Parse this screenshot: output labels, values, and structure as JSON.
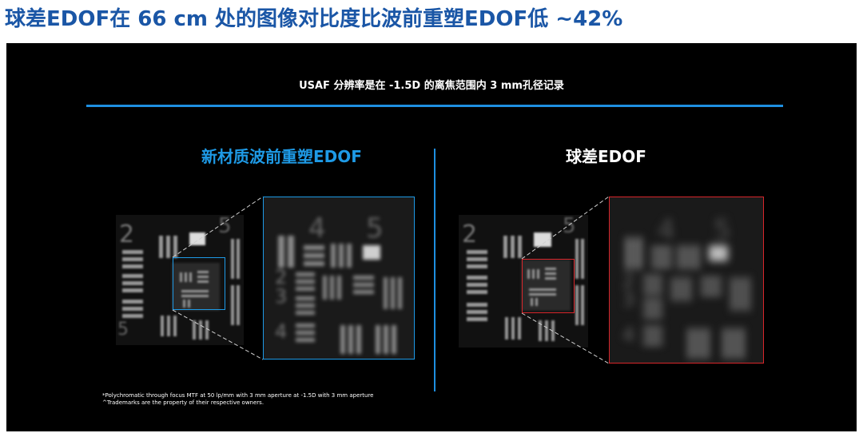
{
  "headline": "球差EDOF在 66 cm 处的图像对比度比波前重塑EDOF低 ~42%",
  "slide": {
    "subtitle": "USAF 分辨率是在 -1.5D 的离焦范围内 3 mm孔径记录",
    "left_title": "新材质波前重塑EDOF",
    "right_title": "球差EDOF",
    "footnote_1": "*Polychromatic through focus MTF at 50 lp/mm with 3 mm aperture at  -1.5D with 3 mm aperture",
    "footnote_2": "^Trademarks are the property of their respective owners."
  },
  "colors": {
    "headline": "#1a56a6",
    "accent_blue": "#1e9ae6",
    "accent_red": "#d8262b",
    "background": "#000000"
  }
}
